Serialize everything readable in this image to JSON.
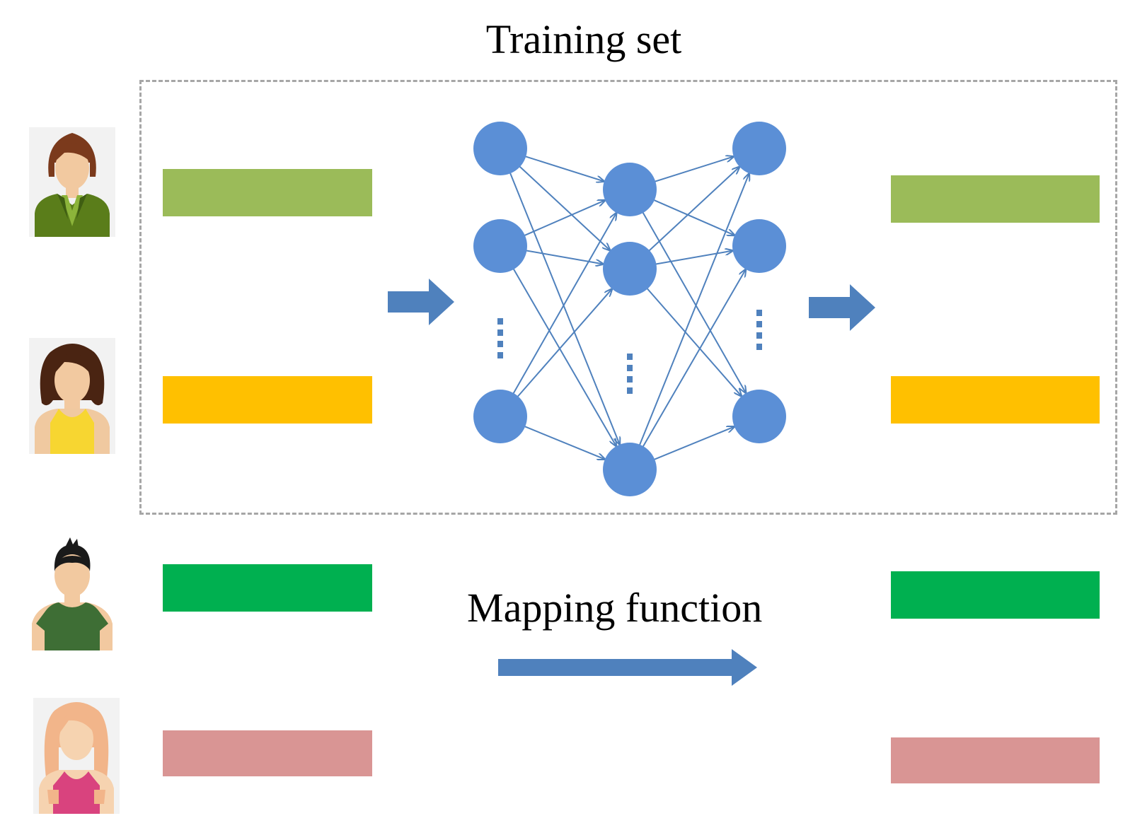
{
  "title": "Training set",
  "mapping_label": "Mapping function",
  "colors": {
    "node": "#5b8fd6",
    "edge": "#4f81bd",
    "arrow": "#4f81bd",
    "box_border": "#a6a6a6",
    "bars": [
      "#9bbb59",
      "#ffc000",
      "#00b050",
      "#d99594"
    ]
  },
  "people": [
    {
      "name": "woman-green-suit-icon",
      "in_training_set": true
    },
    {
      "name": "woman-curly-hair-icon",
      "in_training_set": true
    },
    {
      "name": "man-green-shirt-icon",
      "in_training_set": false
    },
    {
      "name": "woman-blonde-pink-top-icon",
      "in_training_set": false
    }
  ],
  "network": {
    "input_layer_nodes": 3,
    "hidden_layer_nodes": 3,
    "output_layer_nodes": 3,
    "ellipsis": "⋮"
  }
}
